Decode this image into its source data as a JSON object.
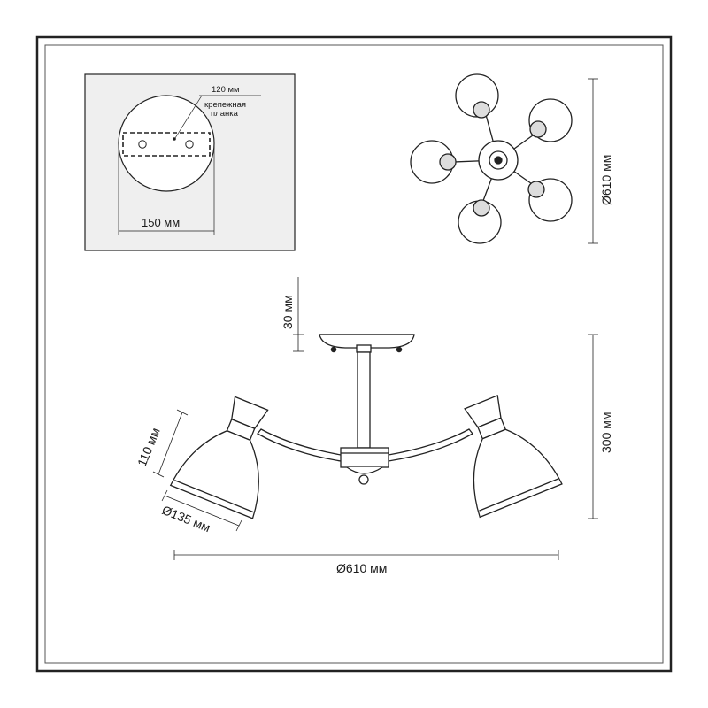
{
  "mount": {
    "top_width": "120 мм",
    "bar_label_1": "крепежная",
    "bar_label_2": "планка",
    "base_width": "150 мм"
  },
  "top_view": {
    "diameter": "Ø610 мм"
  },
  "side_view": {
    "canopy_height": "30 мм",
    "total_height": "300 мм",
    "shade_height": "110 мм",
    "shade_diameter": "Ø135 мм",
    "span": "Ø610 мм"
  },
  "colors": {
    "line": "#1a1a1a",
    "inset_bg": "#efefef",
    "frame": "#222222"
  }
}
